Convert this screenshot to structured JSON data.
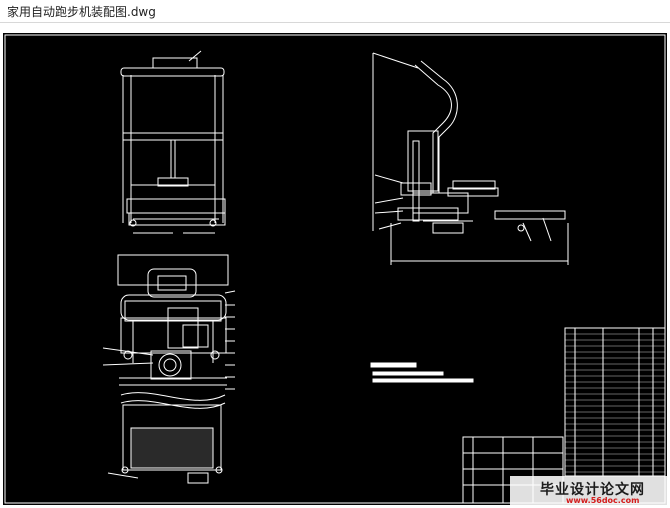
{
  "window": {
    "title": "家用自动跑步机装配图.dwg"
  },
  "watermark": {
    "text": "毕业设计论文网",
    "url": "www.56doc.com"
  },
  "colors": {
    "canvas": "#000000",
    "lines": "#ffffff",
    "accent": "#d41d1d"
  }
}
